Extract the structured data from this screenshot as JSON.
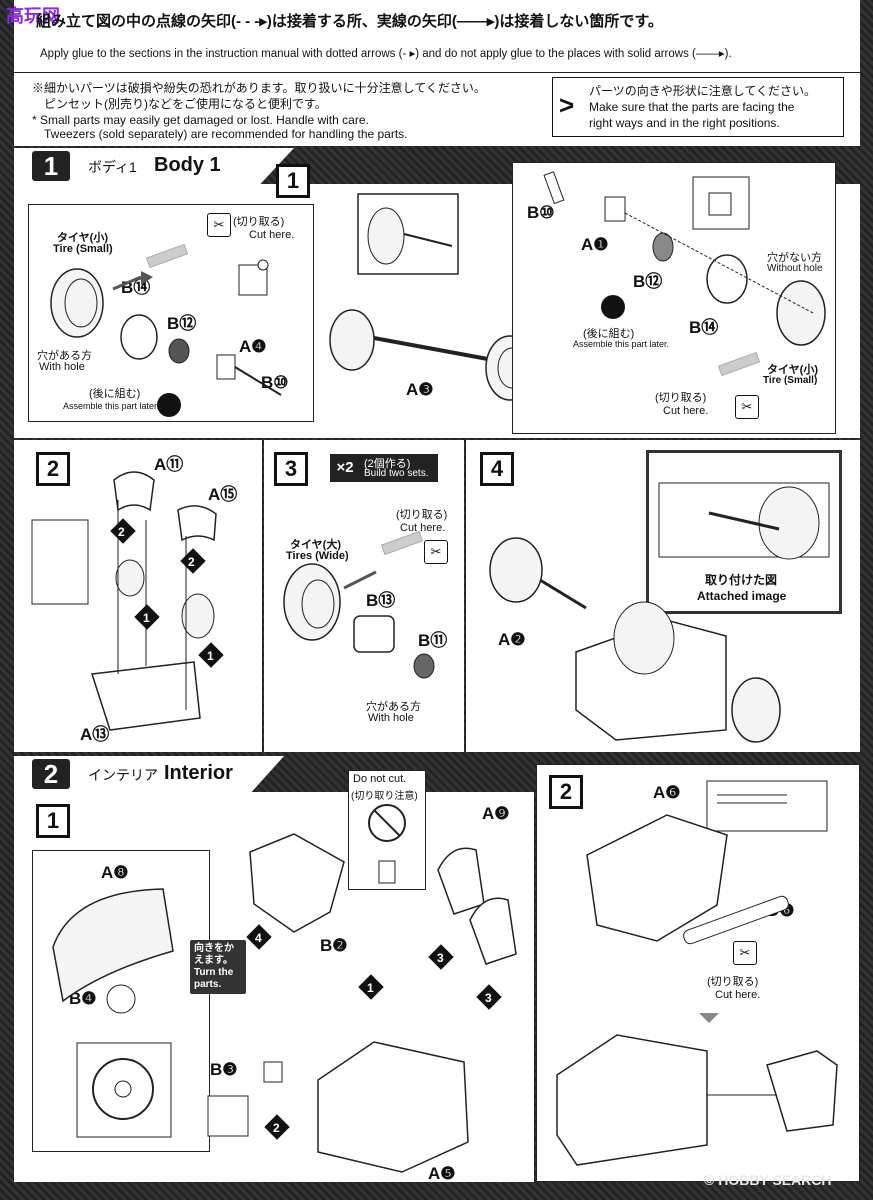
{
  "header": {
    "title_ja": "組み立て図の中の点線の矢印(- - -▸)は接着する所、実線の矢印(——▸)は接着しない箇所です。",
    "title_en": "Apply glue to the sections in the instruction manual with dotted arrows (- ▸) and do not apply glue to the places with solid arrows (——▸).",
    "logo_text": "高玩网"
  },
  "notes": {
    "left_ja_1": "※細かいパーツは破損や紛失の恐れがあります。取り扱いに十分注意してください。",
    "left_ja_2": "ピンセット(別売り)などをご使用になると便利です。",
    "left_en_1": "* Small parts may easily get damaged or lost. Handle with care.",
    "left_en_2": "Tweezers (sold separately) are recommended for handling the parts.",
    "right_ja": "パーツの向きや形状に注意してください。",
    "right_en_1": "Make sure that the parts are facing the",
    "right_en_2": "right ways and in the right positions."
  },
  "section1": {
    "number": "1",
    "title_ja": "ボディ1",
    "title_en": "Body 1"
  },
  "section2": {
    "number": "2",
    "title_ja": "インテリア",
    "title_en": "Interior"
  },
  "body_step1": {
    "step": "1",
    "tire_small_ja": "タイヤ(小)",
    "tire_small_en": "Tire (Small)",
    "cut_ja": "(切り取る)",
    "cut_en": "Cut here.",
    "with_hole_ja": "穴がある方",
    "with_hole_en": "With hole",
    "assemble_later_ja": "(後に組む)",
    "assemble_later_en": "Assemble this part later.",
    "without_hole_ja": "穴がない方",
    "without_hole_en": "Without hole",
    "parts": {
      "b14": "B⑭",
      "b12": "B⑫",
      "a4": "A❹",
      "b10": "B⑩",
      "a3": "A❸",
      "a1": "A❶"
    }
  },
  "body_step2": {
    "step": "2",
    "parts": {
      "a11": "A⑪",
      "a15": "A⑮",
      "a13": "A⑬"
    }
  },
  "body_step3": {
    "step": "3",
    "x2": "×2",
    "build_ja": "(2個作る)",
    "build_en": "Build two sets.",
    "tire_wide_ja": "タイヤ(大)",
    "tire_wide_en": "Tires (Wide)",
    "cut_ja": "(切り取る)",
    "cut_en": "Cut here.",
    "with_hole_ja": "穴がある方",
    "with_hole_en": "With hole",
    "parts": {
      "b13": "B⑬",
      "b11": "B⑪"
    }
  },
  "body_step4": {
    "step": "4",
    "attached_ja": "取り付けた図",
    "attached_en": "Attached image",
    "parts": {
      "a2": "A❷"
    }
  },
  "interior_step1": {
    "step": "1",
    "do_not_cut_en": "Do not cut.",
    "do_not_cut_ja": "(切り取り注意)",
    "turn_ja": "向きをかえます。",
    "turn_en": "Turn the parts.",
    "parts": {
      "a8": "A❽",
      "b4": "B❹",
      "b2": "B❷",
      "a9": "A❾",
      "b3": "B❸",
      "a5": "A❺"
    }
  },
  "interior_step2": {
    "step": "2",
    "cut_ja": "(切り取る)",
    "cut_en": "Cut here.",
    "parts": {
      "a6": "A❻",
      "d6": "D❻"
    }
  },
  "footer": {
    "watermark": "© HOBBY SEARCH"
  }
}
